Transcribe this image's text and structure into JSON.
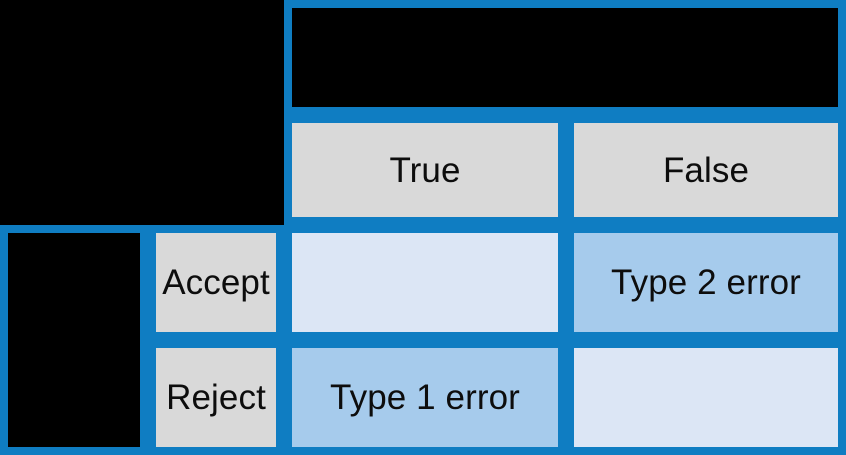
{
  "matrix": {
    "title": "",
    "column_header_group_label": "",
    "row_header_group_label": "",
    "column_headers": [
      {
        "key": "true",
        "label": "True"
      },
      {
        "key": "false",
        "label": "False"
      }
    ],
    "row_headers": [
      {
        "key": "accept",
        "label": "Accept"
      },
      {
        "key": "reject",
        "label": "Reject"
      }
    ],
    "cells": [
      {
        "row": "accept",
        "column": "true",
        "label": "",
        "state": "correct"
      },
      {
        "row": "accept",
        "column": "false",
        "label": "Type 2 error",
        "state": "error"
      },
      {
        "row": "reject",
        "column": "true",
        "label": "Type 1 error",
        "state": "error"
      },
      {
        "row": "reject",
        "column": "false",
        "label": "",
        "state": "correct"
      }
    ]
  },
  "colors": {
    "border": "#0f7dc2",
    "header_fill": "#d9d9d9",
    "correct_fill": "#dce6f5",
    "error_fill": "#a6cbec",
    "background": "#000000",
    "text": "#0d0d0d"
  }
}
